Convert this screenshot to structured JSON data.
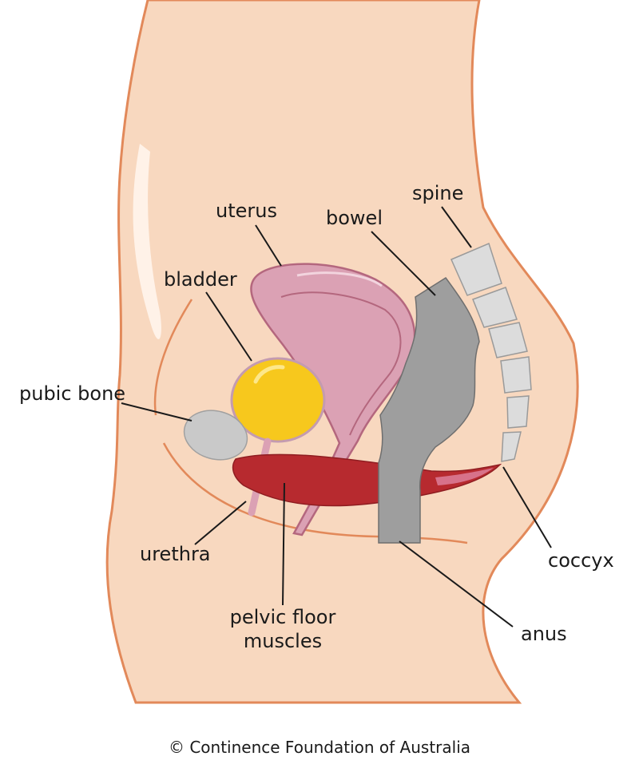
{
  "labels": {
    "uterus": "uterus",
    "bowel": "bowel",
    "spine": "spine",
    "bladder": "bladder",
    "pubic_bone": "pubic bone",
    "urethra": "urethra",
    "pelvic_floor_line1": "pelvic floor",
    "pelvic_floor_line2": "muscles",
    "coccyx": "coccyx",
    "anus": "anus"
  },
  "credit": "© Continence Foundation of Australia",
  "colors": {
    "skin": "#f8d8bf",
    "skin_outline": "#e2895a",
    "uterus": "#dba1b4",
    "uterus_outline": "#b4677e",
    "bladder": "#f7c81d",
    "bladder_outline": "#c49bb0",
    "bowel": "#9e9e9e",
    "pelvic_floor": "#b72a2f",
    "bone": "#c9c9c9",
    "spine_vertebra": "#dcdcdc"
  }
}
